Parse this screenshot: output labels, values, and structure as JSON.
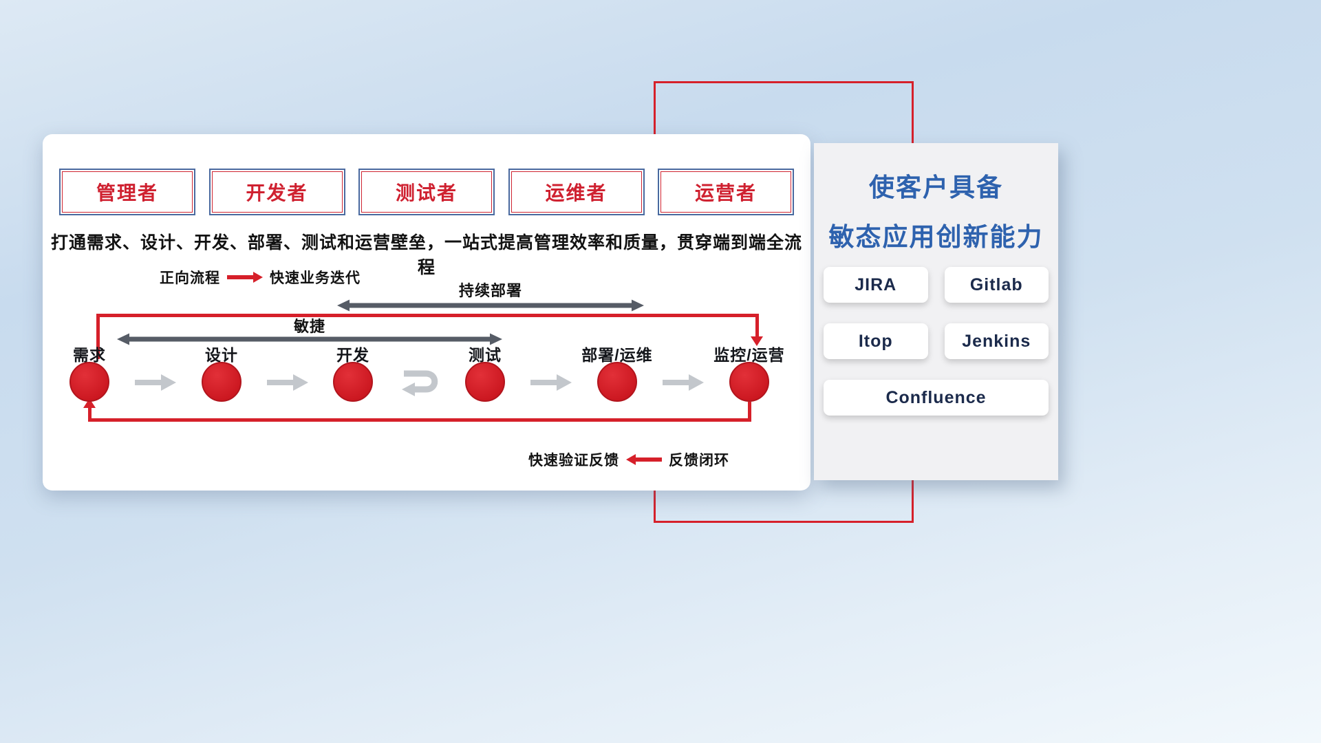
{
  "roles": [
    "管理者",
    "开发者",
    "测试者",
    "运维者",
    "运营者"
  ],
  "subtitle": "打通需求、设计、开发、部署、测试和运营壁垒，一站式提高管理效率和质量，贯穿端到端全流程",
  "legends": {
    "forward_label": "正向流程",
    "forward_desc": "快速业务迭代",
    "feedback_desc": "快速验证反馈",
    "feedback_label": "反馈闭环"
  },
  "flow": {
    "stages": [
      "需求",
      "设计",
      "开发",
      "测试",
      "部署/运维",
      "监控/运营"
    ],
    "agile_label": "敏捷",
    "continuous_deploy_label": "持续部署"
  },
  "panel": {
    "title_line1": "使客户具备",
    "title_line2": "敏态应用创新能力",
    "tools": [
      "JIRA",
      "Gitlab",
      "Itop",
      "Jenkins",
      "Confluence"
    ]
  },
  "colors": {
    "accent_red": "#d6202a",
    "title_blue": "#2e62ae",
    "role_border_blue": "#49699f",
    "role_text_red": "#cf2130",
    "dark_arrow_gray": "#565c66",
    "light_arrow_gray": "#c3c7cc",
    "panel_bg": "#f1f1f3",
    "card_bg": "#ffffff"
  }
}
